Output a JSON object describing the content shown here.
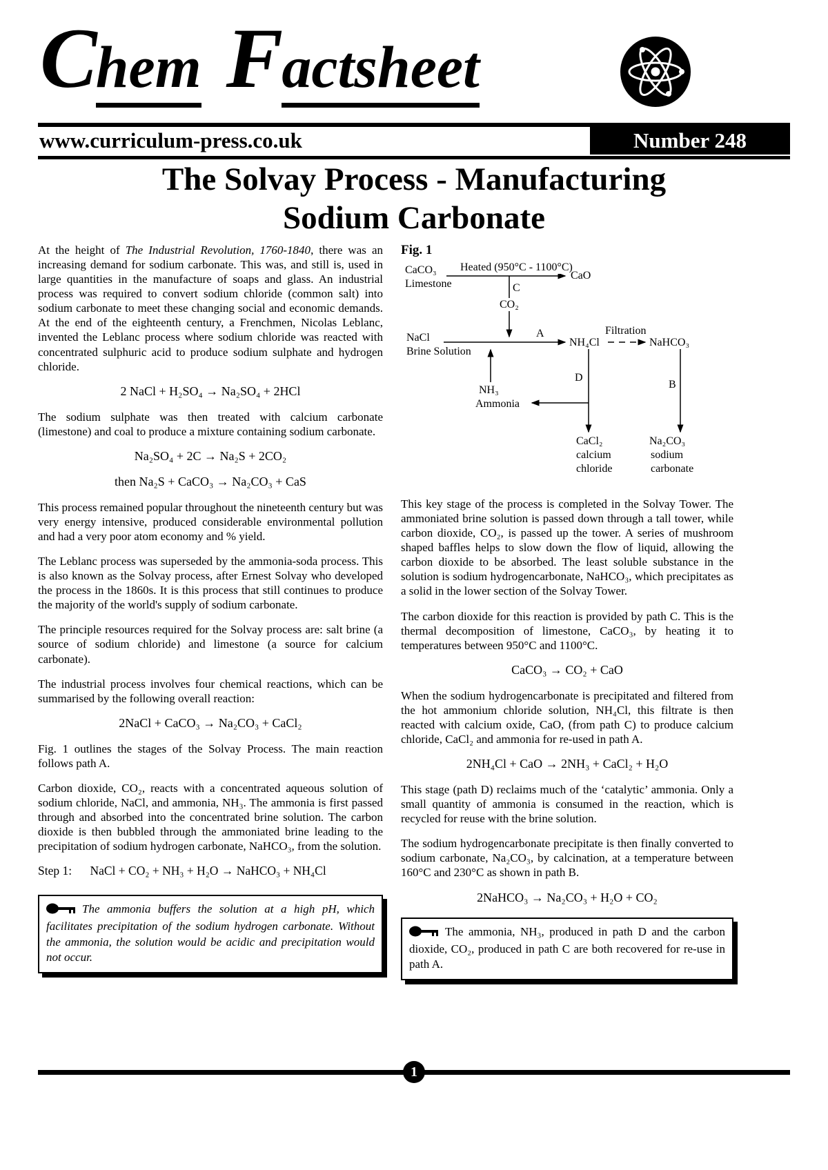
{
  "header": {
    "masthead": {
      "c": "C",
      "hem": "hem",
      "f": "F",
      "actsheet": "actsheet"
    },
    "website": "www.curriculum-press.co.uk",
    "number_label": "Number  248"
  },
  "title": {
    "line1": "The Solvay Process - Manufacturing",
    "line2": "Sodium Carbonate"
  },
  "left": {
    "p1_start": "At the height of ",
    "p1_italic": "The Industrial Revolution, 1760-1840",
    "p1_rest": ", there was an increasing demand for sodium carbonate. This was, and still is, used in large quantities in the manufacture of soaps and glass. An industrial process was required to convert sodium chloride (common salt) into sodium carbonate to meet these changing social and economic demands. At the end of the eighteenth century, a Frenchmen, Nicolas Leblanc, invented the Leblanc process where sodium chloride was reacted with concentrated sulphuric acid to produce sodium sulphate and hydrogen chloride.",
    "eq1": "2 NaCl + H₂SO₄ → Na₂SO₄ + 2HCl",
    "p2": "The sodium sulphate was then treated with calcium carbonate (limestone) and coal to produce a mixture containing sodium carbonate.",
    "eq2": "Na₂SO₄ + 2C → Na₂S + 2CO₂",
    "eq3": "then Na₂S + CaCO₃ → Na₂CO₃ + CaS",
    "p3": "This process remained popular throughout the nineteenth century but was very energy intensive, produced considerable environmental pollution and had a very poor atom economy and % yield.",
    "p4": "The Leblanc process was superseded by the ammonia-soda process. This is also known as the Solvay process, after Ernest Solvay who developed the process in the 1860s. It is this process that still continues to produce the majority of the world's supply of sodium carbonate.",
    "p5": "The principle resources required for the Solvay process are: salt brine (a source of sodium chloride) and limestone (a source for calcium carbonate).",
    "p6": "The industrial process involves four chemical reactions, which can be summarised by the following overall reaction:",
    "eq4": "2NaCl + CaCO₃ → Na₂CO₃ + CaCl₂",
    "p7": "Fig. 1 outlines the stages of the Solvay Process. The main reaction follows path A.",
    "p8": "Carbon dioxide, CO₂, reacts with a concentrated aqueous solution of sodium chloride, NaCl, and ammonia, NH₃. The ammonia is first passed through and absorbed into the concentrated brine solution. The carbon dioxide is then bubbled through the ammoniated brine leading to the precipitation of sodium hydrogen carbonate, NaHCO₃, from the solution.",
    "step1_label": "Step 1:",
    "step1_eq": "NaCl + CO₂ + NH₃ + H₂O → NaHCO₃ + NH₄Cl",
    "keybox1": "The ammonia buffers the solution at a high pH, which facilitates precipitation of the sodium hydrogen carbonate. Without the ammonia, the solution would be acidic and precipitation would not occur."
  },
  "figure": {
    "title": "Fig. 1",
    "caco3": "CaCO₃",
    "limestone": "Limestone",
    "heated": "Heated (950°C - 1100°C)",
    "cao": "CaO",
    "c_label": "C",
    "co2": "CO₂",
    "nacl": "NaCl",
    "brine": "Brine Solution",
    "a_label": "A",
    "nh4cl": "NH₄Cl",
    "filtration": "Filtration",
    "nahco3": "NaHCO₃",
    "nh3": "NH₃",
    "ammonia": "Ammonia",
    "d_label": "D",
    "b_label": "B",
    "cacl2": "CaCl₂",
    "cacl2_name1": "calcium",
    "cacl2_name2": "chloride",
    "na2co3": "Na₂CO₃",
    "na2co3_name1": "sodium",
    "na2co3_name2": "carbonate"
  },
  "right": {
    "p1": "This key stage of the process is completed in the Solvay Tower. The ammoniated brine solution is passed down through a tall tower, while carbon dioxide, CO₂, is passed up the tower. A series of mushroom shaped baffles helps to slow down the flow of liquid, allowing the carbon dioxide to be absorbed. The least soluble substance in the solution is sodium hydrogencarbonate, NaHCO₃, which precipitates as a solid in the lower section of the Solvay Tower.",
    "p2": "The carbon dioxide for this reaction is provided by path C. This is the thermal decomposition of limestone, CaCO₃, by heating it to temperatures between 950°C and 1100°C.",
    "eq1": "CaCO₃ → CO₂ + CaO",
    "p3": "When the sodium hydrogencarbonate is precipitated and filtered from the hot ammonium chloride solution, NH₄Cl, this filtrate is then reacted with calcium oxide, CaO, (from path C) to produce calcium chloride, CaCl₂ and ammonia for re-used in path A.",
    "eq2": "2NH₄Cl + CaO → 2NH₃ + CaCl₂ + H₂O",
    "p4": "This stage (path D) reclaims much of the ‘catalytic’ ammonia. Only a small quantity of ammonia is consumed in the reaction, which is recycled for reuse with the brine solution.",
    "p5": "The sodium hydrogencarbonate precipitate is then finally converted to sodium carbonate, Na₂CO₃, by calcination, at a temperature between 160°C and 230°C as shown in path B.",
    "eq3": "2NaHCO₃ → Na₂CO₃ + H₂O + CO₂",
    "keybox2": "The ammonia, NH₃, produced in path D and the carbon dioxide, CO₂, produced in path C are both recovered for re-use in path A."
  },
  "footer": {
    "page_number": "1"
  }
}
